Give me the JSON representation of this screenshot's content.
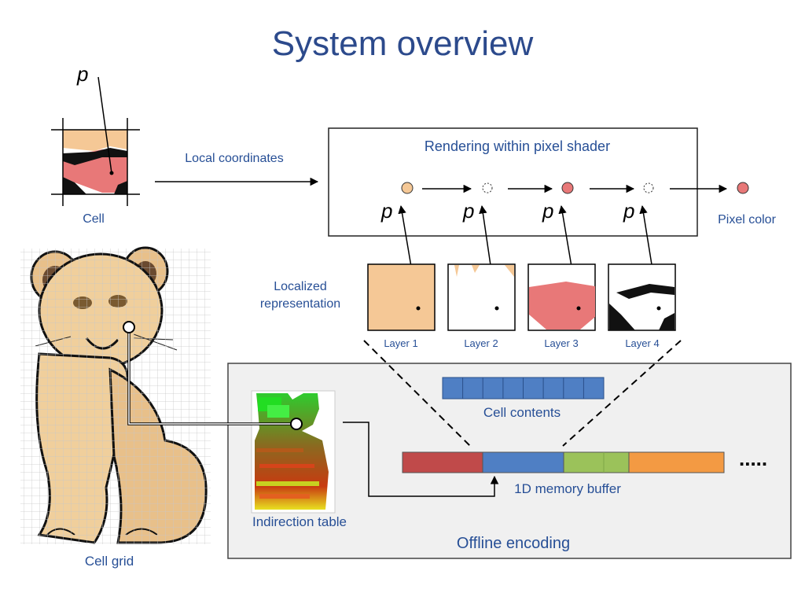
{
  "title": "System overview",
  "labels": {
    "p_top": "p",
    "cell": "Cell",
    "local_coordinates": "Local coordinates",
    "rendering_title": "Rendering within pixel shader",
    "p": "p",
    "pixel_color": "Pixel color",
    "localized_line1": "Localized",
    "localized_line2": "representation",
    "layers": [
      "Layer 1",
      "Layer 2",
      "Layer 3",
      "Layer 4"
    ],
    "cell_contents": "Cell contents",
    "buffer": "1D memory buffer",
    "indirection_table": "Indirection table",
    "offline_encoding": "Offline encoding",
    "cell_grid": "Cell grid",
    "ellipsis": "....."
  },
  "colors": {
    "title": "#2c4a8c",
    "text_blue": "#274f96",
    "tan": "#f5c896",
    "pink": "#e87878",
    "black": "#111111",
    "cell_block": "#4f7fc4",
    "buffer_red": "#c04a4a",
    "buffer_blue": "#4f7fc4",
    "buffer_green": "#9bc25a",
    "buffer_orange": "#f39a43",
    "panel_gray": "#f0f0f0"
  }
}
